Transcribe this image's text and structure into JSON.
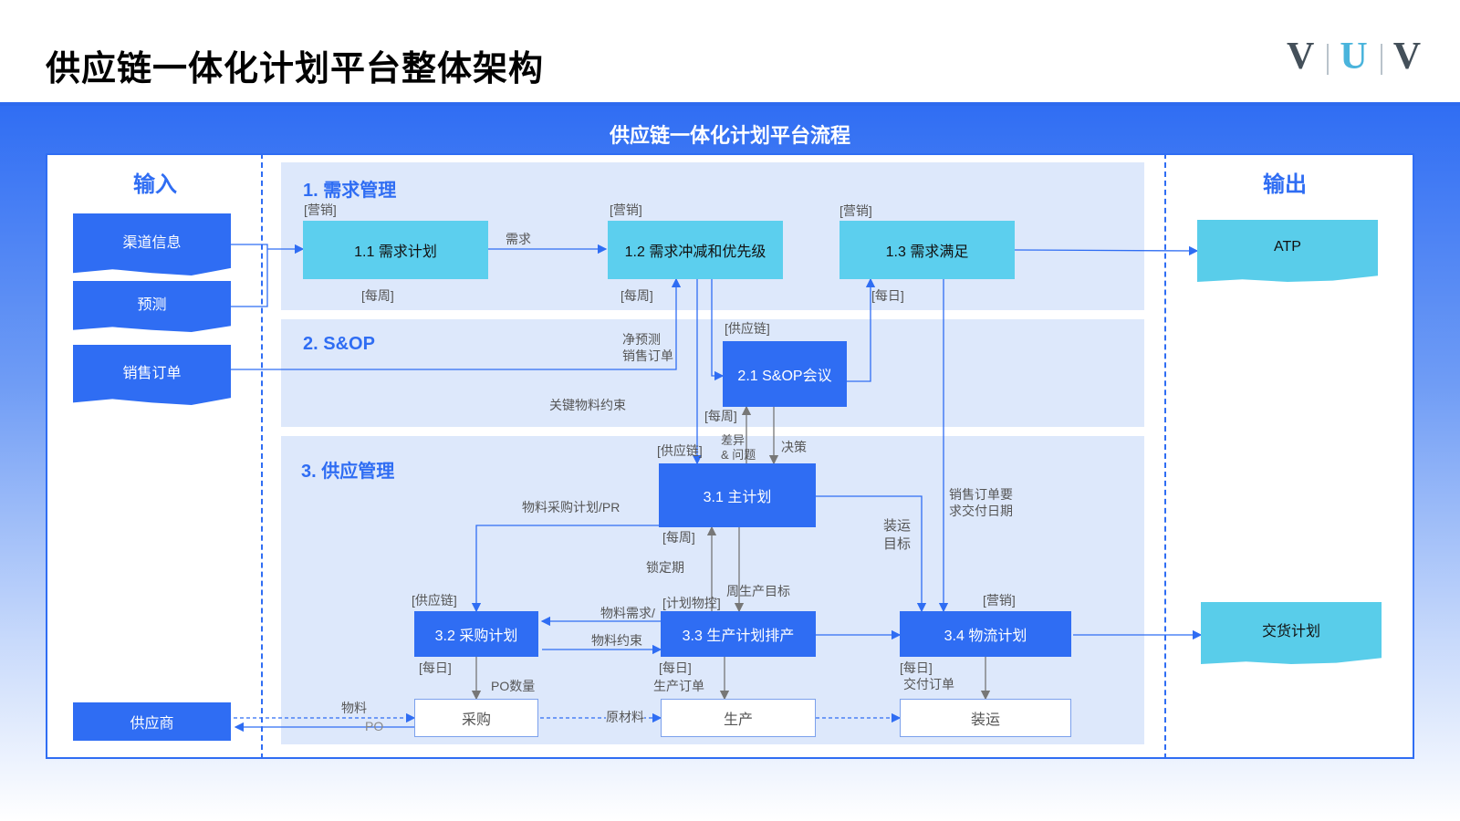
{
  "header": {
    "title": "供应链一体化计划平台整体架构",
    "logo": {
      "v1": "V",
      "u": "U",
      "v2": "V"
    }
  },
  "flow_title": "供应链一体化计划平台流程",
  "input": {
    "title": "输入",
    "items": [
      "渠道信息",
      "预测",
      "销售订单",
      "供应商"
    ]
  },
  "output": {
    "title": "输出",
    "items": [
      "ATP",
      "交货计划"
    ]
  },
  "sections": {
    "demand": "1. 需求管理",
    "sop": "2. S&OP",
    "supply": "3. 供应管理"
  },
  "nodes": {
    "n11": {
      "label": "1.1 需求计划",
      "owner": "[营销]",
      "freq": "[每周]"
    },
    "n12": {
      "label": "1.2 需求冲减和优先级",
      "owner": "[营销]",
      "freq": "[每周]"
    },
    "n13": {
      "label": "1.3 需求满足",
      "owner": "[营销]",
      "freq": "[每日]"
    },
    "n21": {
      "label": "2.1 S&OP会议",
      "owner": "[供应链]",
      "freq": "[每周]"
    },
    "n31": {
      "label": "3.1 主计划",
      "owner": "[供应链]",
      "freq": "[每周]"
    },
    "n32": {
      "label": "3.2 采购计划",
      "owner": "[供应链]",
      "freq": "[每日]"
    },
    "n33": {
      "label": "3.3 生产计划排产",
      "owner": "[计划物控]",
      "freq": "[每日]"
    },
    "n34": {
      "label": "3.4 物流计划",
      "owner": "[营销]",
      "freq": "[每日]"
    }
  },
  "exec": [
    "采购",
    "生产",
    "装运"
  ],
  "edge_labels": {
    "demand": "需求",
    "net_forecast": "净预测",
    "sales_order": "销售订单",
    "key_material": "关键物料约束",
    "diff": "差异",
    "issue": "& 问题",
    "decision": "决策",
    "mat_pr": "物料采购计划/PR",
    "lock": "锁定期",
    "weekly_target": "周生产目标",
    "mat_need": "物料需求/",
    "mat_constraint": "物料约束",
    "ship_target1": "装运",
    "ship_target2": "目标",
    "so_date1": "销售订单要",
    "so_date2": "求交付日期",
    "po_qty": "PO数量",
    "prod_order": "生产订单",
    "delivery_order": "交付订单",
    "material": "物料",
    "po": "PO",
    "raw": "原材料"
  },
  "colors": {
    "accent": "#2f6df3",
    "cyan": "#5ccfee",
    "section_bg": "#dde8fb"
  }
}
